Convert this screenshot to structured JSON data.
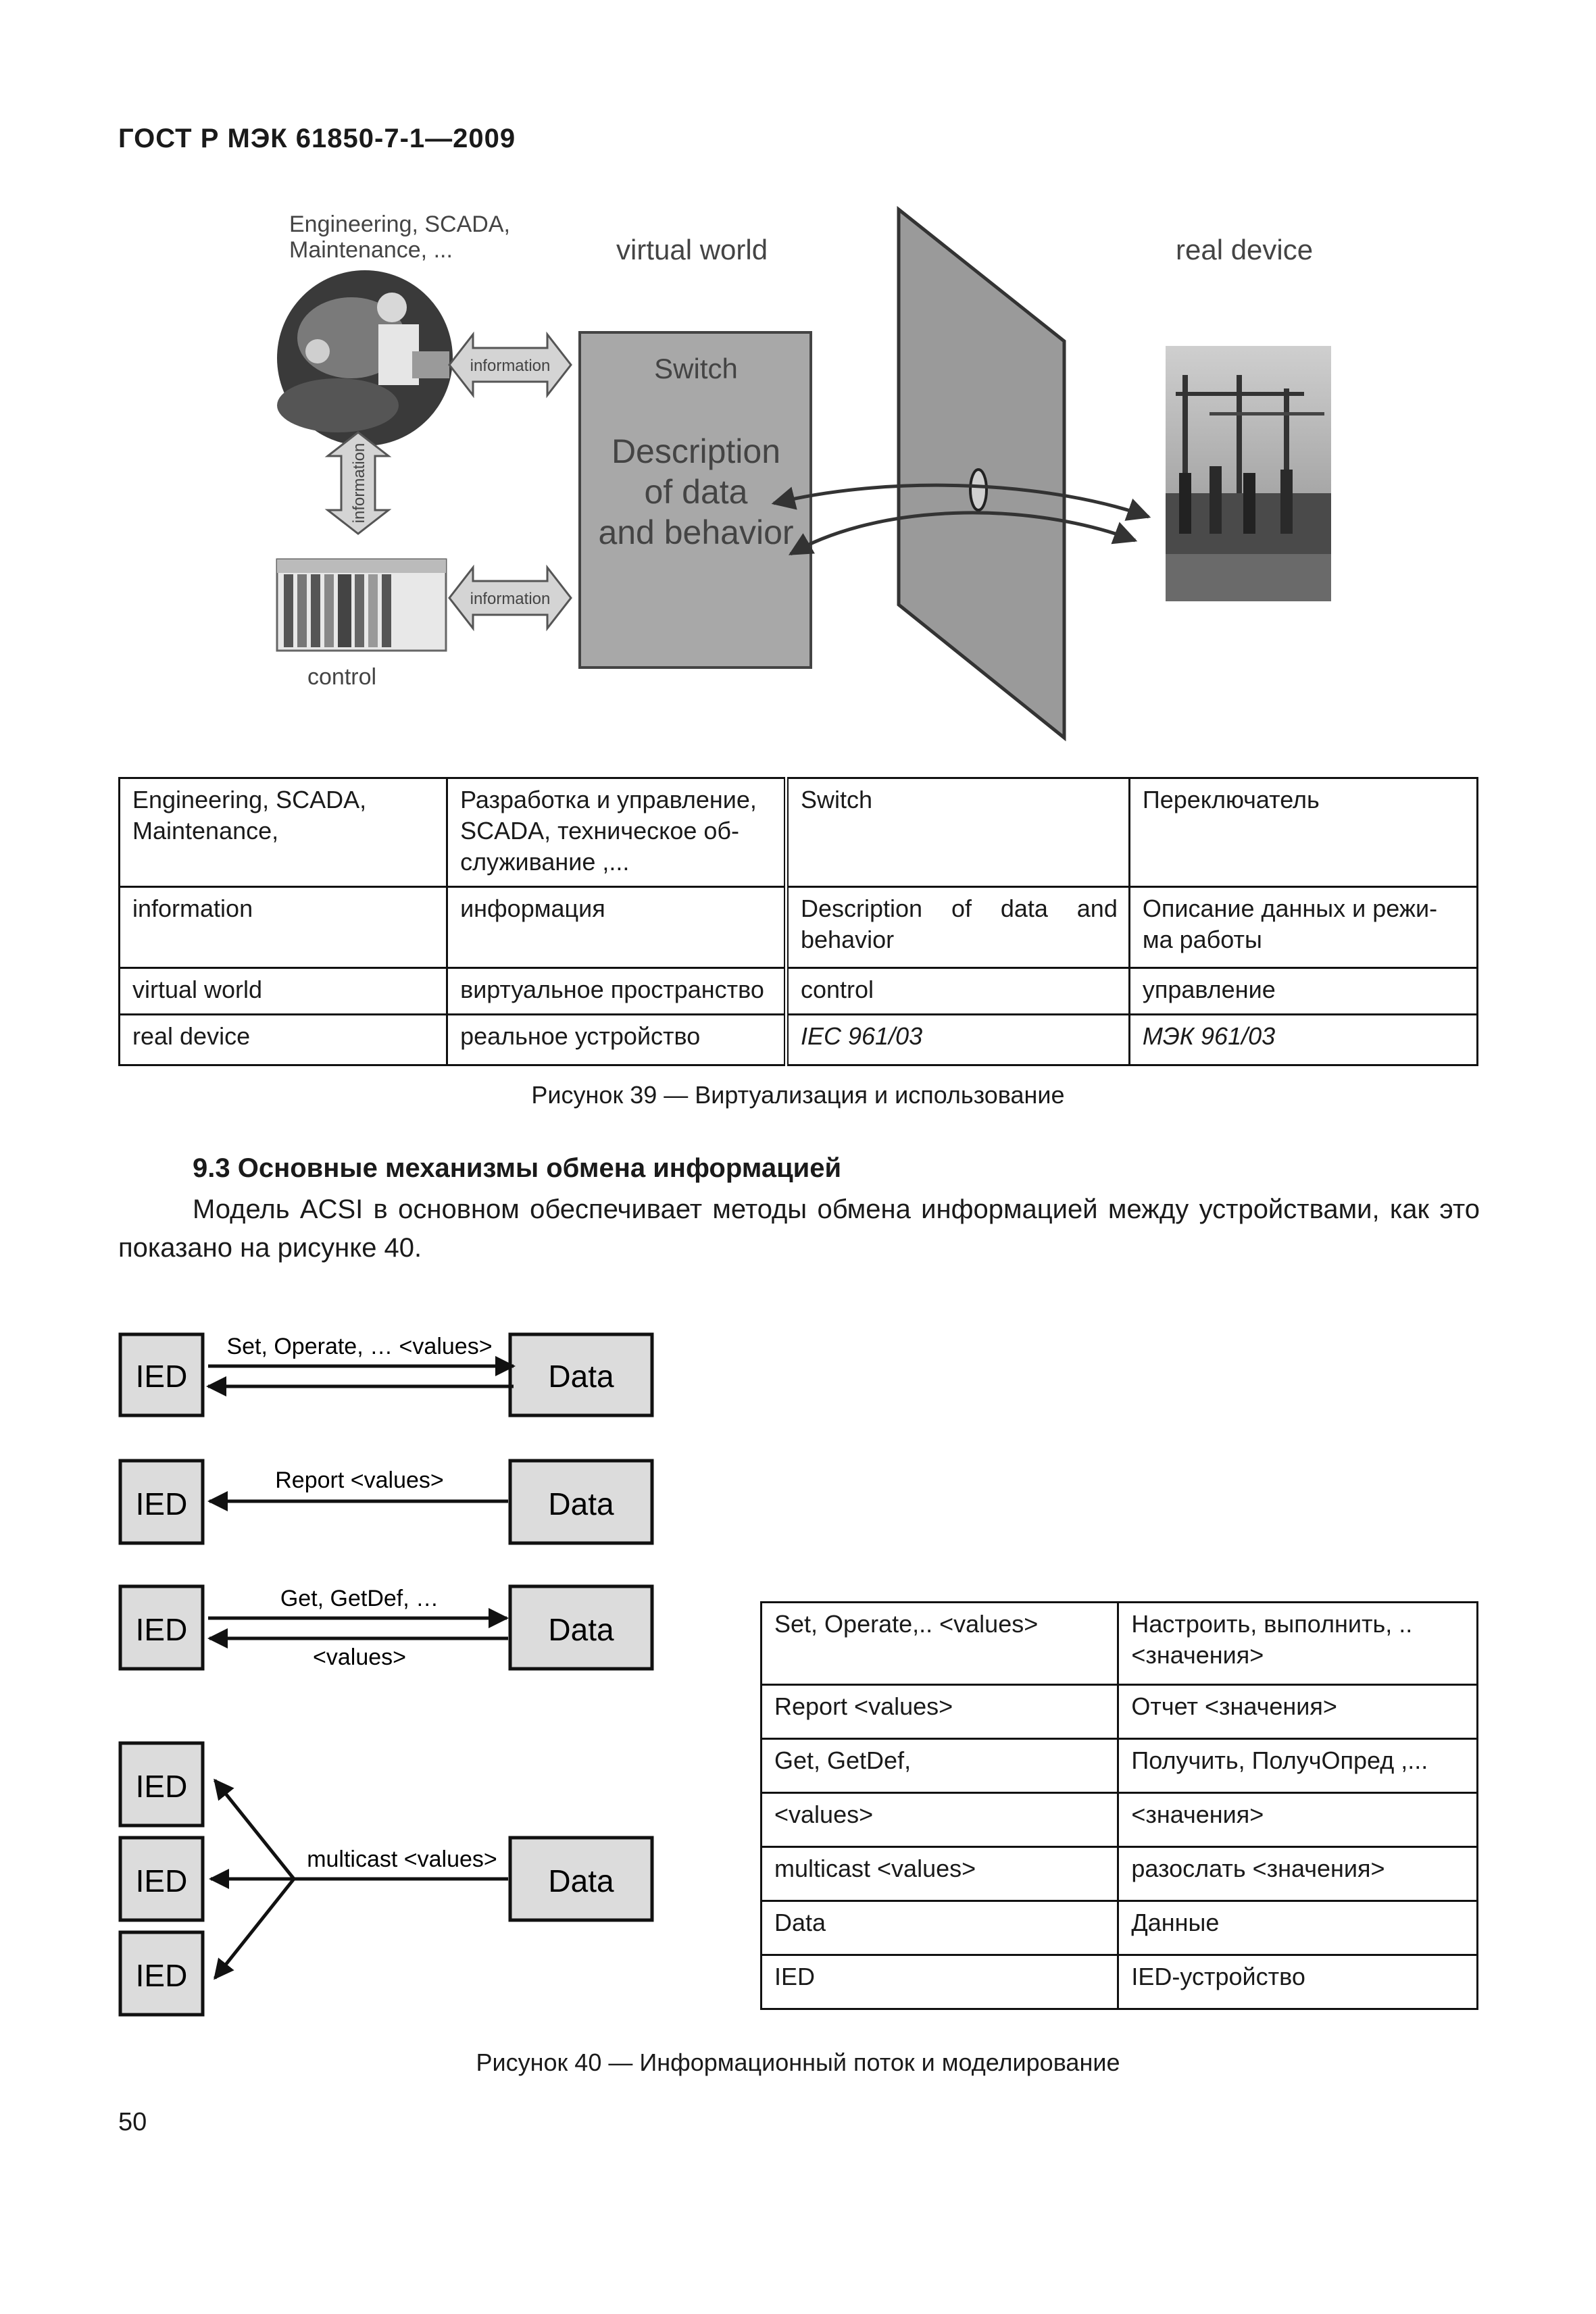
{
  "header": {
    "standard": "ГОСТ Р МЭК 61850-7-1—2009"
  },
  "figure39": {
    "labels": {
      "engineering": [
        "Engineering, SCADA,",
        "Maintenance, ..."
      ],
      "virtual_world": "virtual world",
      "real_device": "real device",
      "information": "information",
      "switch": "Switch",
      "description": [
        "Description",
        "of data",
        "and behavior"
      ],
      "control": "control"
    },
    "table": [
      [
        {
          "text": "Engineering, SCADA, Maintenance,"
        },
        {
          "text": "Разработка и управление, SCADA, техническое об-служивание ,..."
        },
        {
          "text": "Switch"
        },
        {
          "text": "Переключатель"
        }
      ],
      [
        {
          "text": "information"
        },
        {
          "text": "информация"
        },
        {
          "text": "Description of data and behavior"
        },
        {
          "text": "Описание данных и режи-ма работы"
        }
      ],
      [
        {
          "text": "virtual world"
        },
        {
          "text": "виртуальное пространство"
        },
        {
          "text": "control"
        },
        {
          "text": "управление"
        }
      ],
      [
        {
          "text": "real device"
        },
        {
          "text": "реальное устройство"
        },
        {
          "text": "IEC 961/03",
          "italic": true
        },
        {
          "text": "МЭК 961/03",
          "italic": true
        }
      ]
    ],
    "caption": "Рисунок 39 — Виртуализация и использование"
  },
  "section": {
    "title": "9.3 Основные механизмы обмена информацией",
    "body": "Модель ACSI в основном обеспечивает методы обмена информацией между устройствами, как это показано на рисунке 40."
  },
  "figure40": {
    "ied": "IED",
    "data": "Data",
    "messages": {
      "set_operate": "Set, Operate, … <values>",
      "report": "Report <values>",
      "get": "Get, GetDef, …",
      "values": "<values>",
      "multicast": "multicast <values>"
    },
    "table": [
      [
        "Set, Operate,.. <values>",
        "Настроить, выполнить, .. <значения>"
      ],
      [
        "Report <values>",
        "Отчет <значения>"
      ],
      [
        "Get, GetDef,",
        "Получить, ПолучОпред ,..."
      ],
      [
        "<values>",
        "<значения>"
      ],
      [
        "multicast <values>",
        "разослать <значения>"
      ],
      [
        "Data",
        "Данные"
      ],
      [
        "IED",
        "IED-устройство"
      ]
    ],
    "caption": "Рисунок 40 — Информационный поток и моделирование"
  },
  "page_number": "50"
}
